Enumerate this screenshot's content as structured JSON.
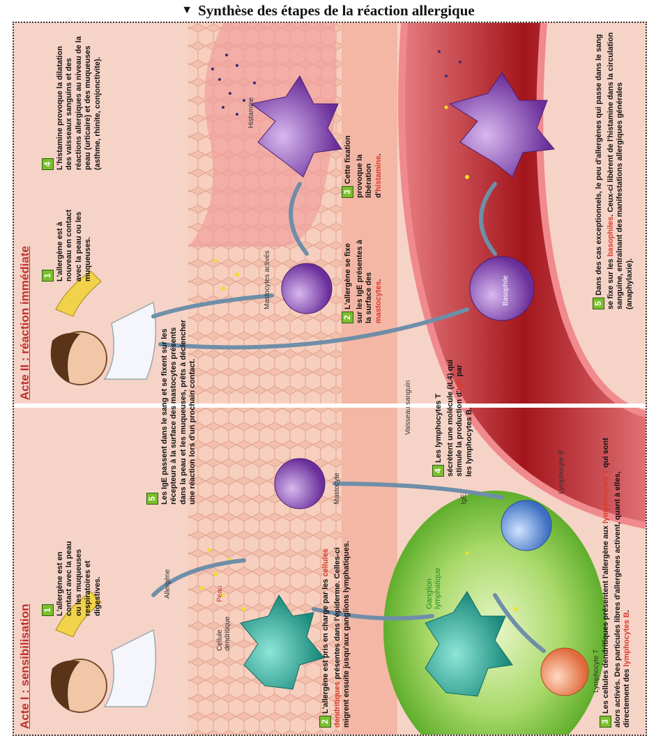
{
  "title": "Synthèse des étapes de la réaction allergique",
  "acts": {
    "act1": "Acte I : sensibilisation",
    "act2": "Acte II : réaction immédiate"
  },
  "steps": {
    "s1_1": {
      "num": "1",
      "text": "L'allergène est en contact avec la peau ou les muqueuses respiratoires et digestives."
    },
    "s1_2": {
      "num": "2",
      "pre": "L'allergène est pris en charge par les ",
      "hl": "cellules dendritiques",
      "post": " présentes dans l'épiderme. Celles-ci migrent ensuite jusqu'aux ganglions lymphatiques."
    },
    "s1_3": {
      "num": "3",
      "pre": "Les cellules dendritiques présentent l'allergène aux ",
      "hl1": "lymphocytes T",
      "mid": " qui sont alors activés. Des particules libres d'allergènes activent, quant à elles, directement des ",
      "hl2": "lymphocytes B",
      "post": "."
    },
    "s1_4": {
      "num": "4",
      "pre": "Les lymphocytes T sécrètent une molécule (IL4) qui stimule la production d'",
      "hl": "IgE",
      "post": " par les lymphocytes B."
    },
    "s1_5": {
      "num": "5",
      "text": "Les IgE passent dans le sang et se fixent sur les récepteurs à la surface des mastocytes présents dans la peau et les muqueuses, prêts à déclencher une réaction lors d'un prochain contact."
    },
    "s2_1": {
      "num": "1",
      "text": "L'allergène est à nouveau en contact avec la peau ou les muqueuses."
    },
    "s2_2": {
      "num": "2",
      "pre": "L'allergène se fixe sur les IgE présentes à la surface des ",
      "hl": "mastocytes",
      "post": "."
    },
    "s2_3": {
      "num": "3",
      "pre": "Cette fixation provoque la libération d'",
      "hl": "histamine",
      "post": "."
    },
    "s2_4": {
      "num": "4",
      "text": "L'histamine provoque la dilatation des vaisseaux sanguins et des réactions allergiques au niveau de la peau (urticaire) et des muqueuses (asthme, rhinite, conjonctivite)."
    },
    "s2_5": {
      "num": "5",
      "pre": "Dans des cas exceptionnels, le peu d'allergènes qui passe dans le sang se fixe sur les ",
      "hl": "basophiles",
      "post": ". Ceux-ci libèrent de l'histamine dans la circulation sanguine, entraînant des manifestations allergiques générales (anaphylaxie)."
    }
  },
  "labels": {
    "allergene": "Allergène",
    "peau": "Peau",
    "cellule_dendritique": "Cellule dendritique",
    "ganglion": "Ganglion lymphatique",
    "lymphocyte_t": "Lymphocyte T",
    "lymphocyte_b": "Lymphocyte B",
    "ige": "IgE",
    "mastocyte": "Mastocyte",
    "vaisseau": "Vaisseau sanguin",
    "mastocytes_actives": "Mastocytes activés",
    "basophile": "Basophile",
    "histamine": "Histamine"
  },
  "colors": {
    "act_title": "#c03030",
    "highlight": "#d73a2a",
    "step_badge": "#7cbf2e",
    "skin": "#f4c4b4",
    "vessel": "#b8202a",
    "lymph": "#9dd35a"
  }
}
